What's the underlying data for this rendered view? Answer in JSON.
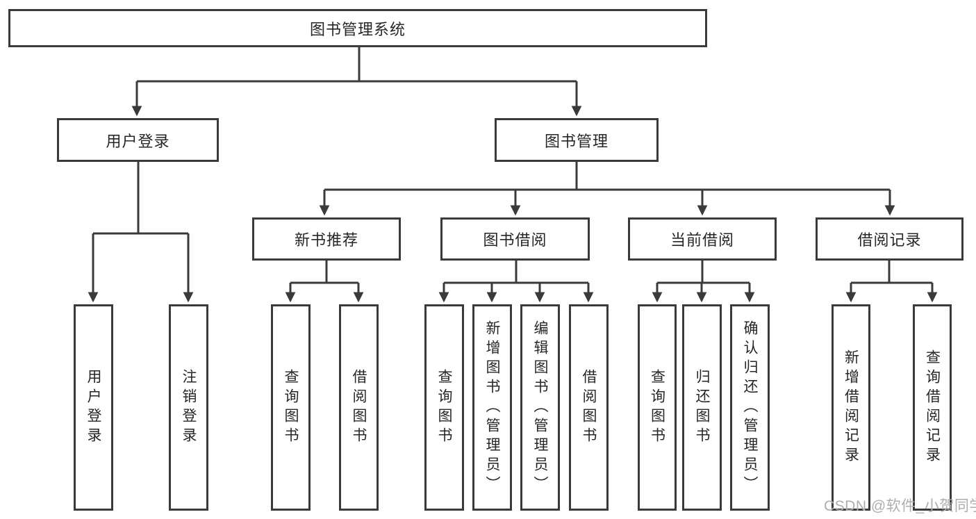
{
  "diagram": {
    "root": {
      "label": "图书管理系统"
    },
    "branches": {
      "user_login": {
        "label": "用户登录",
        "children": {
          "login": {
            "label": "用户登录"
          },
          "logout": {
            "label": "注销登录"
          }
        }
      },
      "book_mgmt": {
        "label": "图书管理",
        "children": {
          "new_book_rec": {
            "label": "新书推荐",
            "children": {
              "query_book": {
                "label": "查询图书"
              },
              "borrow_book": {
                "label": "借阅图书"
              }
            }
          },
          "book_borrow": {
            "label": "图书借阅",
            "children": {
              "query_book": {
                "label": "查询图书"
              },
              "add_book": {
                "label": "新增图书（管理员）"
              },
              "edit_book": {
                "label": "编辑图书（管理员）"
              },
              "borrow_book": {
                "label": "借阅图书"
              }
            }
          },
          "current_borrow": {
            "label": "当前借阅",
            "children": {
              "query_book": {
                "label": "查询图书"
              },
              "return_book": {
                "label": "归还图书"
              },
              "confirm_return": {
                "label": "确认归还（管理员）"
              }
            }
          },
          "borrow_record": {
            "label": "借阅记录",
            "children": {
              "add_record": {
                "label": "新增借阅记录"
              },
              "query_record": {
                "label": "查询借阅记录"
              }
            }
          }
        }
      }
    }
  },
  "watermark": {
    "text": "CSDN @软件_小贺同学"
  },
  "colors": {
    "line": "#3a3a3a",
    "border": "#3a3a3a",
    "text": "#262626",
    "background": "#ffffff",
    "watermark": "#aeaeae"
  }
}
